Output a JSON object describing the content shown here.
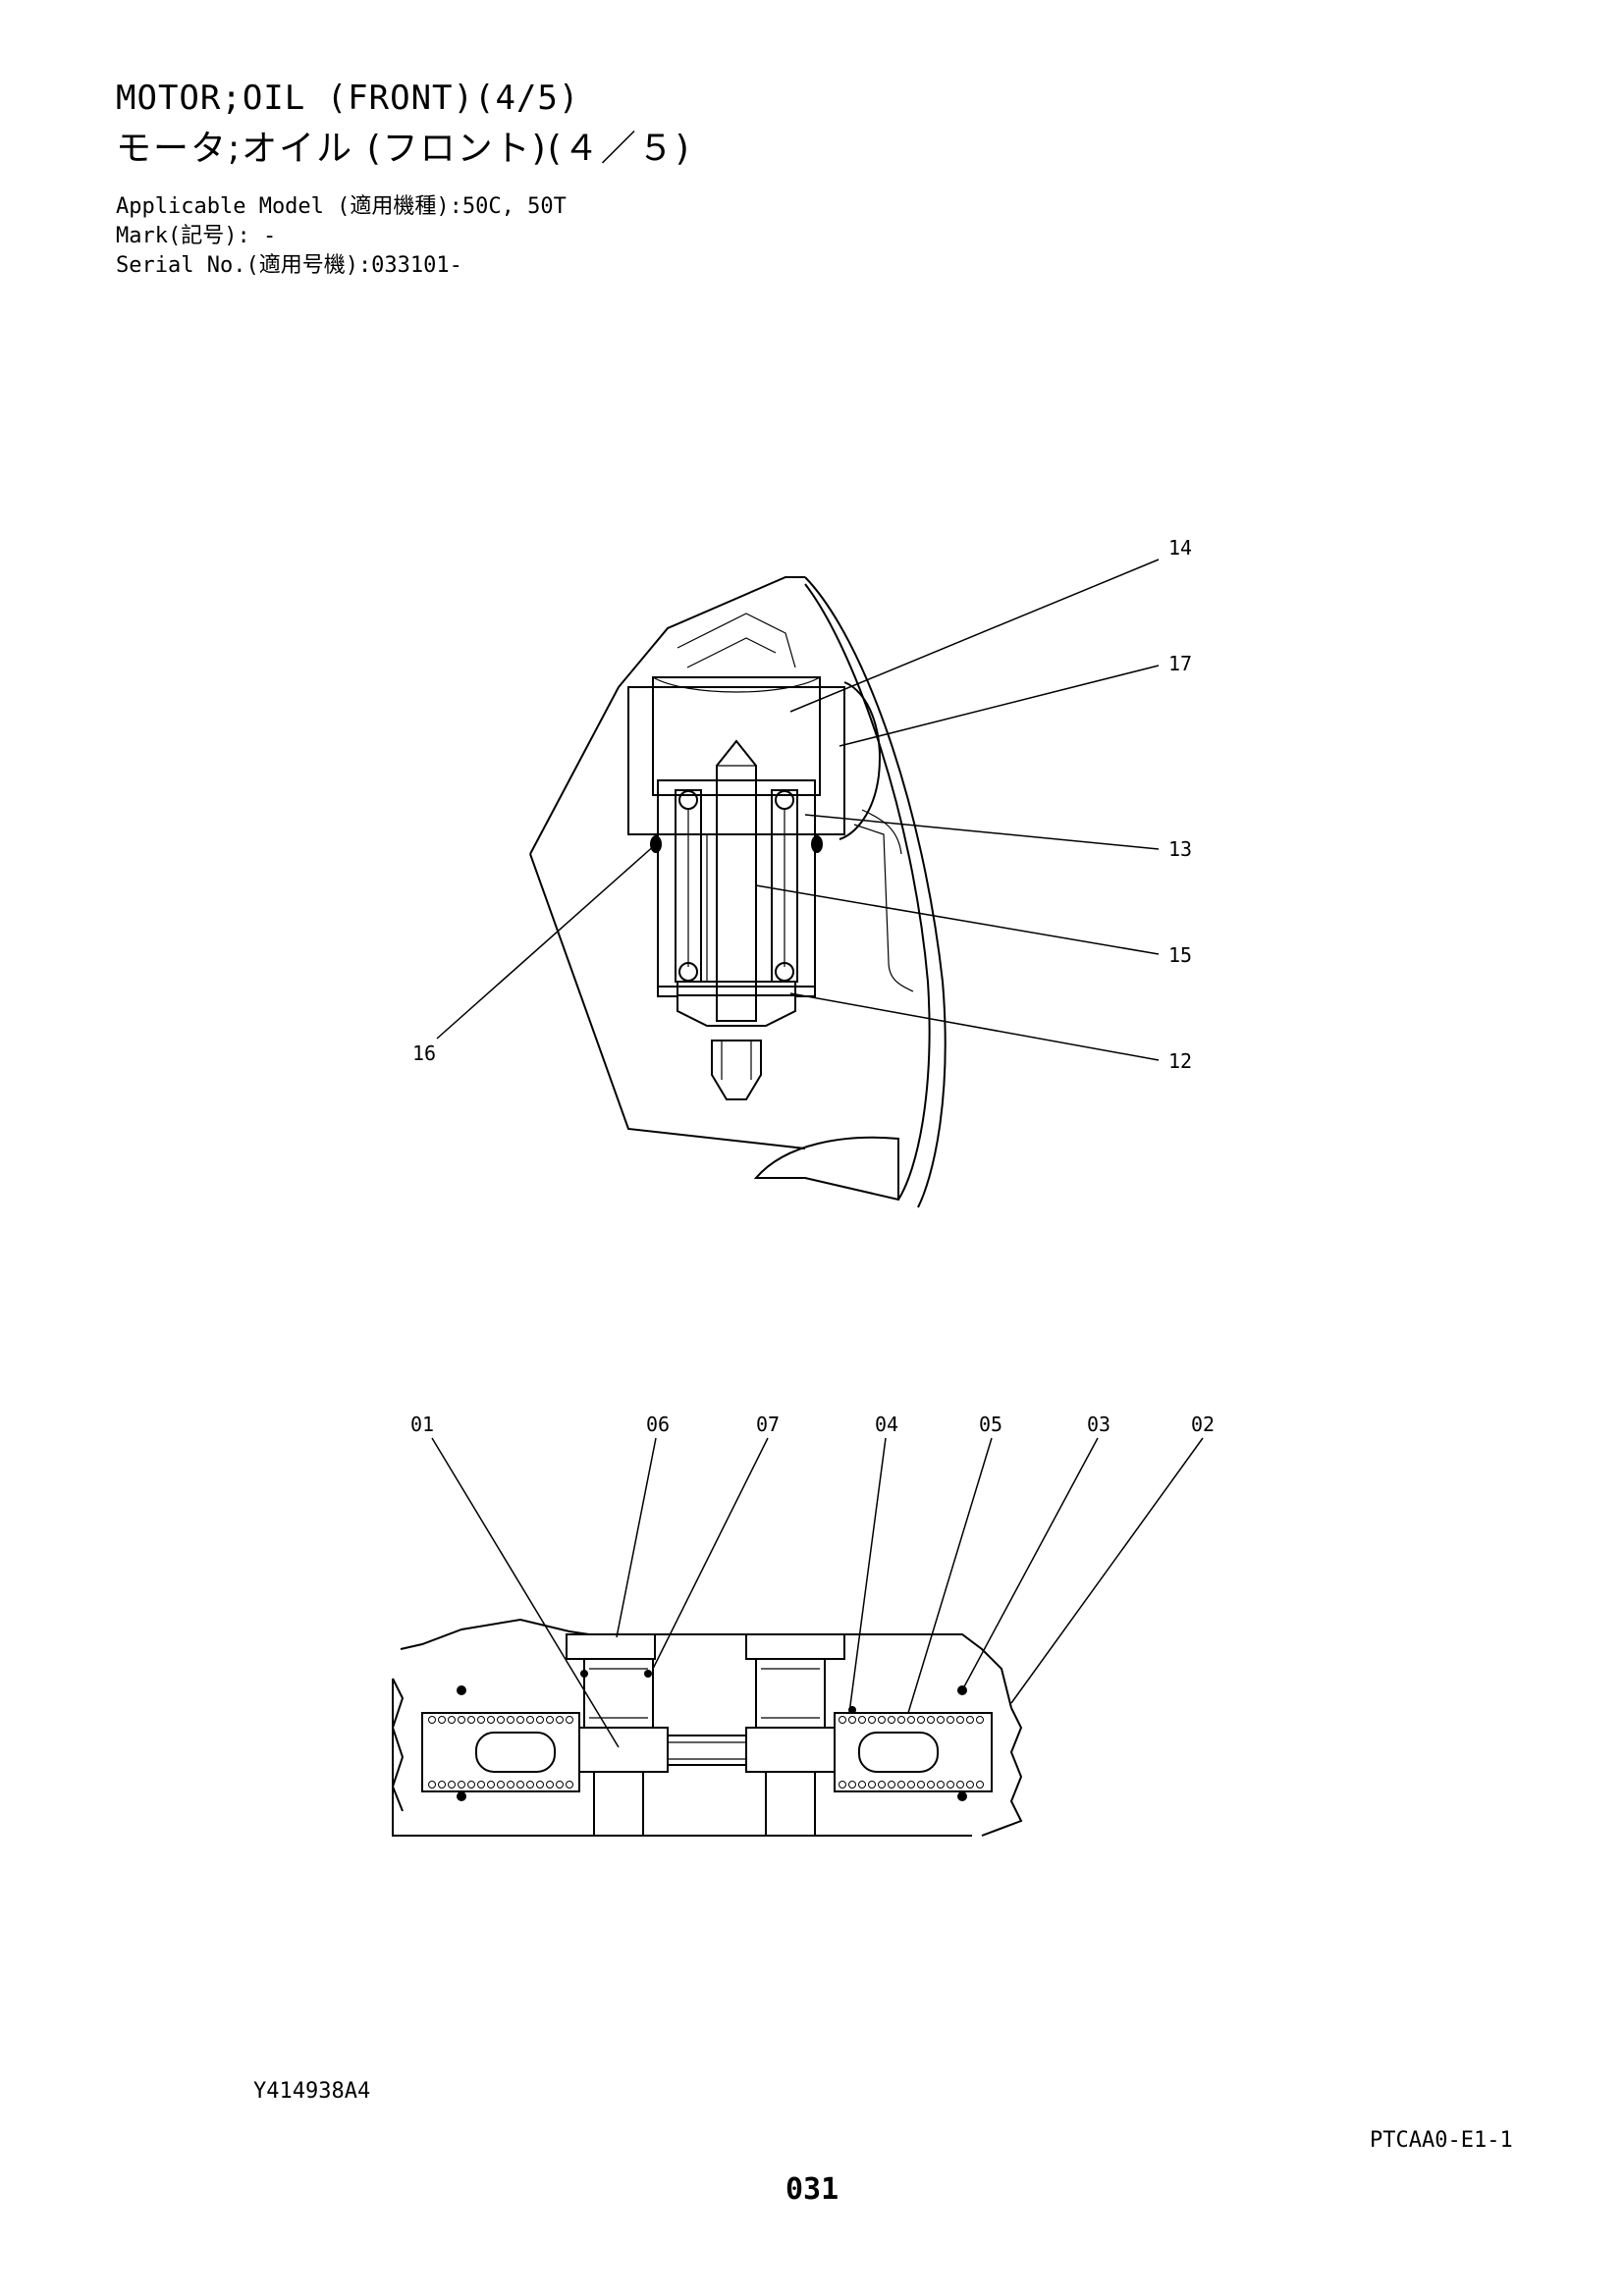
{
  "header": {
    "title_en": "MOTOR;OIL (FRONT)(4/5)",
    "title_jp": "モータ;オイル (フロント)(４／５)",
    "model": "Applicable Model (適用機種):50C, 50T",
    "mark": "Mark(記号): -",
    "serial": "Serial No.(適用号機):033101-"
  },
  "diagram_top": {
    "callouts": [
      "14",
      "17",
      "13",
      "15",
      "12",
      "16"
    ]
  },
  "diagram_bottom": {
    "callouts": [
      "01",
      "06",
      "07",
      "04",
      "05",
      "03",
      "02"
    ]
  },
  "footer": {
    "drawing_code": "Y414938A4",
    "doc_code": "PTCAA0-E1-1",
    "page_number": "031"
  }
}
